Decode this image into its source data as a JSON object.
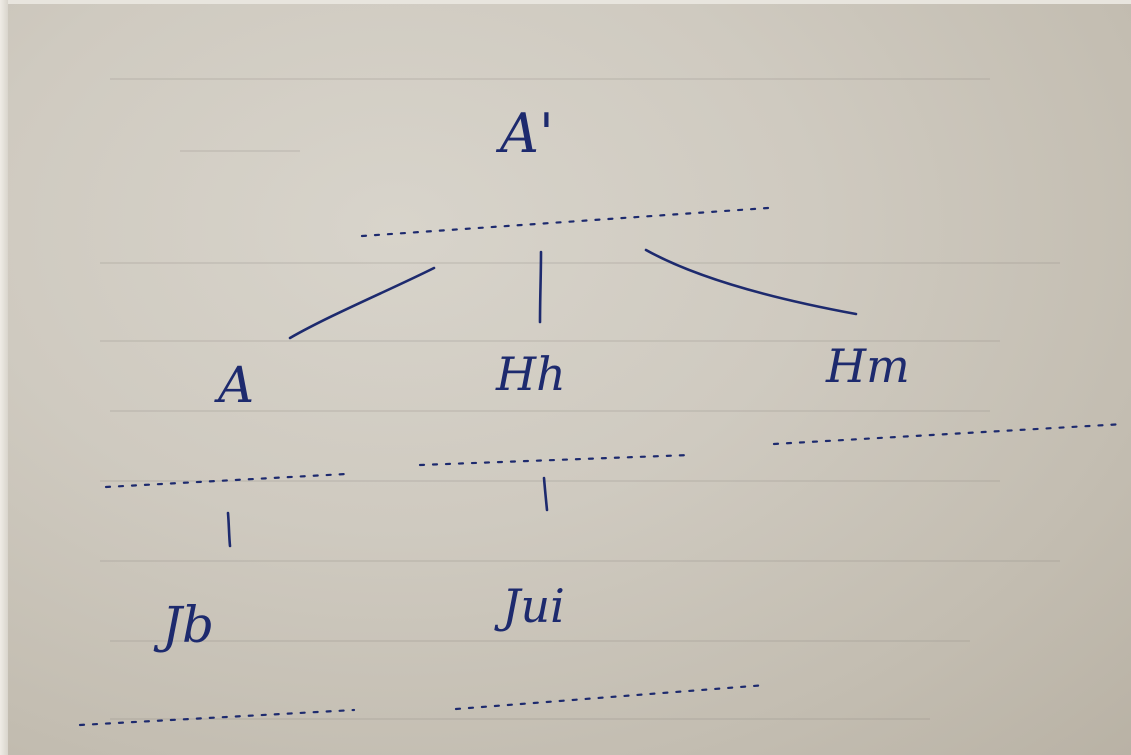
{
  "photo": {
    "description_visible": false,
    "ink_color": "#1d2a6e",
    "paper_color": "#cfcac0"
  },
  "tree": {
    "root": {
      "label": "A'"
    },
    "level1": [
      {
        "label": "A"
      },
      {
        "label": "Hh"
      },
      {
        "label": "Hm"
      }
    ],
    "level2": [
      {
        "label": "Jb"
      },
      {
        "label": "Jui"
      }
    ]
  }
}
